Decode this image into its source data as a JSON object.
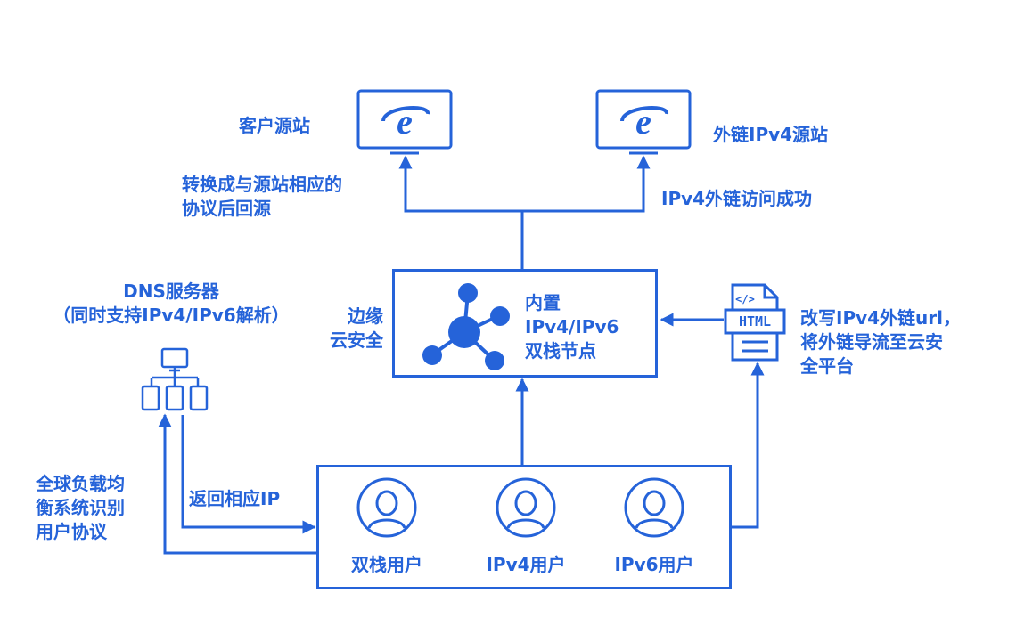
{
  "colors": {
    "primary": "#2563d9"
  },
  "origin_sites": {
    "customer": {
      "label": "客户源站",
      "icon": "ie-browser-icon"
    },
    "external_ipv4": {
      "label": "外链IPv4源站",
      "icon": "ie-browser-icon"
    }
  },
  "annotations": {
    "convert_protocol": [
      "转换成与源站相应的",
      "协议后回源"
    ],
    "ipv4_link_success": "IPv4外链访问成功",
    "dns_server": [
      "DNS服务器",
      "（同时支持IPv4/IPv6解析）"
    ],
    "edge_cloud_security": [
      "边缘",
      "云安全"
    ],
    "rewrite_links": [
      "改写IPv4外链url，",
      "将外链导流至云安",
      "全平台"
    ],
    "gslb": [
      "全球负载均",
      "衡系统识别",
      "用户协议"
    ],
    "return_ip": "返回相应IP"
  },
  "edge_node": {
    "label_lines": [
      "内置",
      "IPv4/IPv6",
      "双栈节点"
    ],
    "icon": "network-hub-icon"
  },
  "html_file": {
    "icon": "html-file-icon",
    "text": "HTML"
  },
  "dns_icon": "network-topology-icon",
  "users": [
    {
      "label": "双栈用户",
      "icon": "user-avatar-icon"
    },
    {
      "label": "IPv4用户",
      "icon": "user-avatar-icon"
    },
    {
      "label": "IPv6用户",
      "icon": "user-avatar-icon"
    }
  ]
}
